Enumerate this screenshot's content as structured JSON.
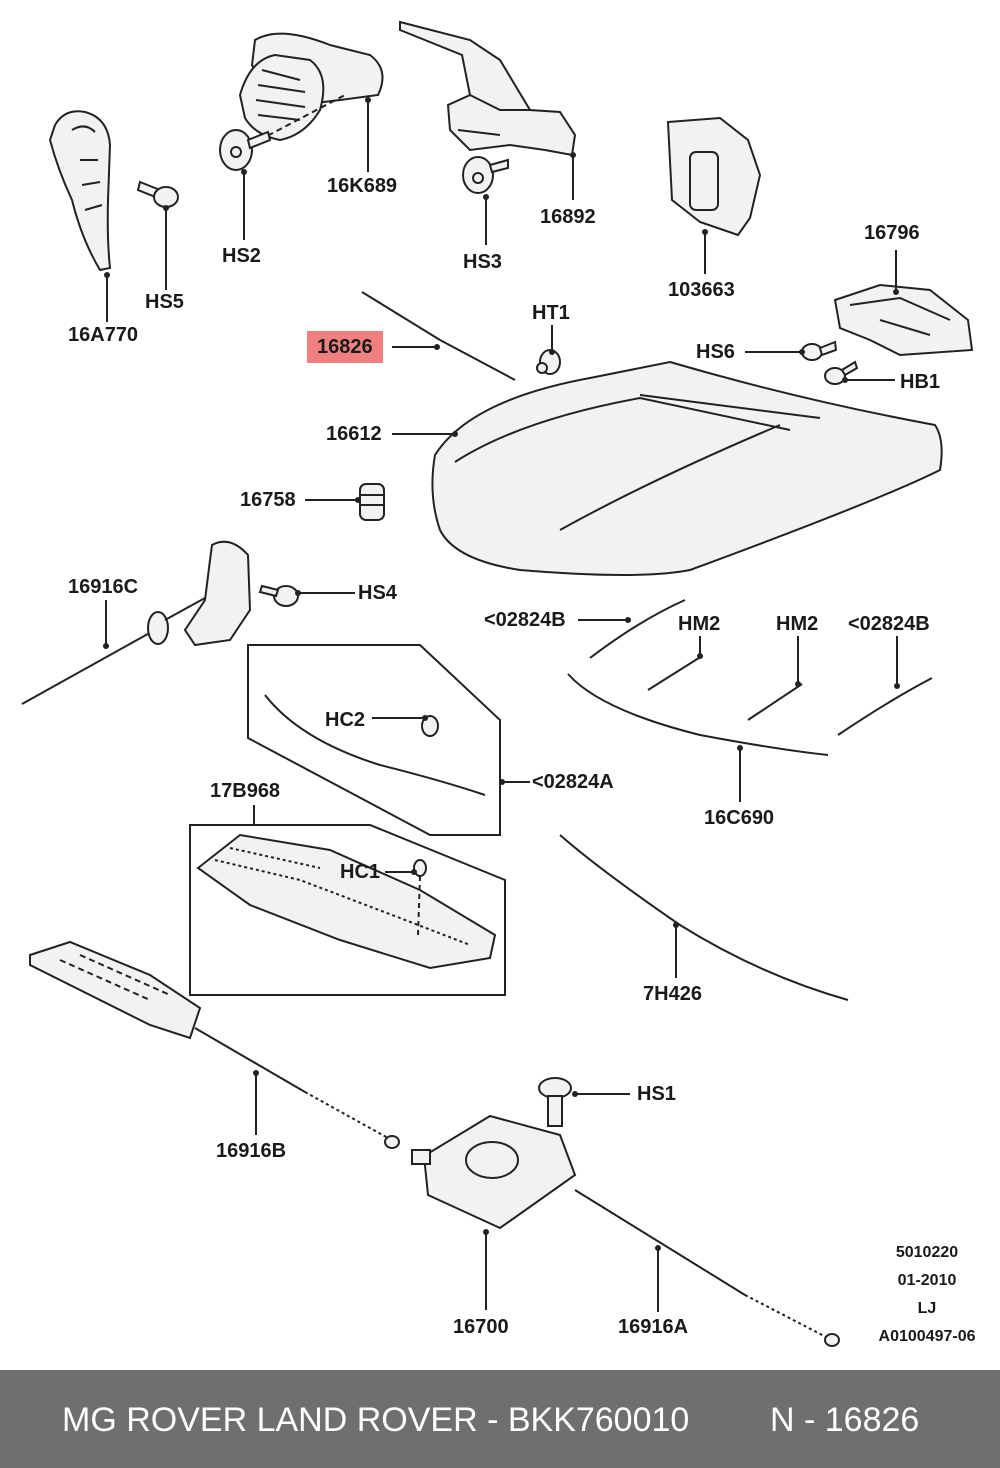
{
  "parts": {
    "p16A770": "16A770",
    "pHS5": "HS5",
    "pHS2": "HS2",
    "p16K689": "16K689",
    "pHS3": "HS3",
    "p16892": "16892",
    "p103663": "103663",
    "p16796": "16796",
    "pHT1": "HT1",
    "p16826": "16826",
    "pHS6": "HS6",
    "pHB1": "HB1",
    "p16612": "16612",
    "p16758": "16758",
    "p16916C": "16916C",
    "pHS4": "HS4",
    "p02824B_left": "<02824B",
    "pHM2_left": "HM2",
    "pHM2_right": "HM2",
    "p02824B_right": "<02824B",
    "pHC2": "HC2",
    "p02824A": "<02824A",
    "p16C690": "16C690",
    "p17B968": "17B968",
    "pHC1": "HC1",
    "p7H426": "7H426",
    "pHS1": "HS1",
    "p16916B": "16916B",
    "p16700": "16700",
    "p16916A": "16916A"
  },
  "highlighted_part": "16826",
  "meta": {
    "line1": "5010220",
    "line2": "01-2010",
    "line3": "LJ",
    "line4": "A0100497-06"
  },
  "footer": {
    "brand_part": "MG ROVER LAND ROVER - BKK760010",
    "ref": "N - 16826"
  },
  "colors": {
    "highlight": "#f08080",
    "footer_bg": "#6f6f6f",
    "footer_text": "#ffffff"
  }
}
